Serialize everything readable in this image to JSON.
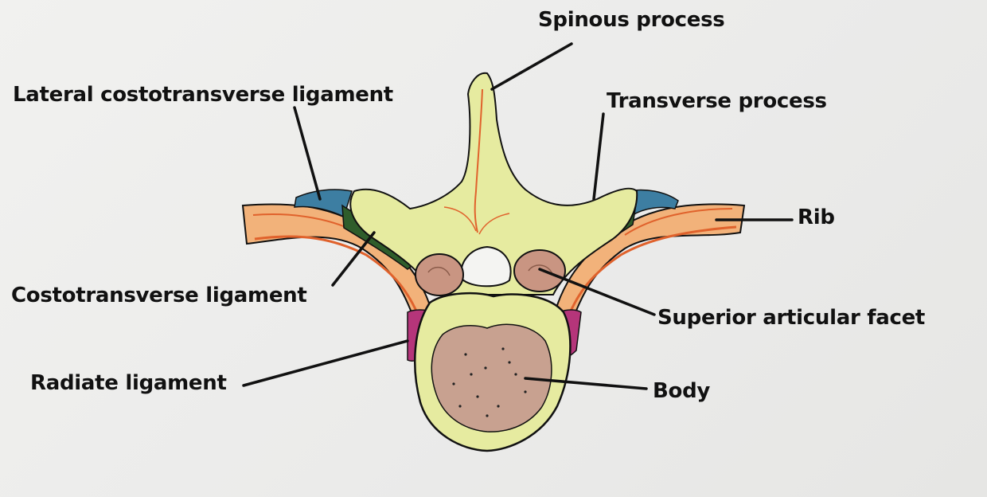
{
  "labels": {
    "spinous_process": "Spinous process",
    "lateral_costotransverse_ligament": "Lateral costotransverse ligament",
    "transverse_process": "Transverse process",
    "rib": "Rib",
    "costotransverse_ligament": "Costotransverse ligament",
    "superior_articular_facet": "Superior articular facet",
    "radiate_ligament": "Radiate ligament",
    "body": "Body"
  },
  "colors": {
    "bone": "#e6eba0",
    "bone_outline": "#111111",
    "body_marrow": "#c8a190",
    "facet": "#c99582",
    "rib": "#f2b27a",
    "rib_stroke": "#e0622c",
    "ligament_green": "#2f5d2b",
    "ligament_blue": "#3d7ea2",
    "radiate_magenta": "#b5357a",
    "leader_line": "#111111"
  }
}
